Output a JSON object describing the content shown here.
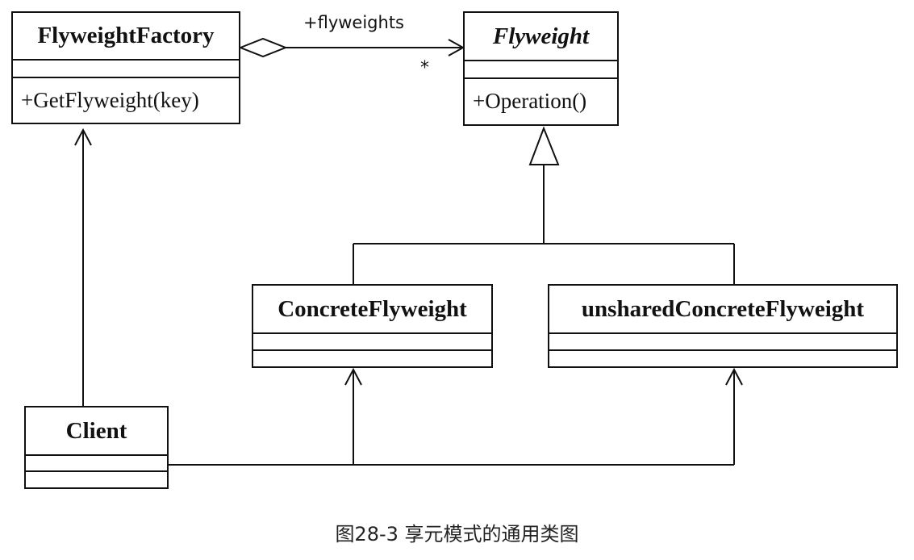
{
  "classes": {
    "factory": {
      "name": "FlyweightFactory",
      "method": "+GetFlyweight(key)"
    },
    "flyweight": {
      "name": "Flyweight",
      "method": "+Operation()"
    },
    "concrete": {
      "name": "ConcreteFlyweight"
    },
    "unshared": {
      "name": "unsharedConcreteFlyweight"
    },
    "client": {
      "name": "Client"
    }
  },
  "association": {
    "role": "+flyweights",
    "multiplicity": "*"
  },
  "caption": "图28-3 享元模式的通用类图"
}
